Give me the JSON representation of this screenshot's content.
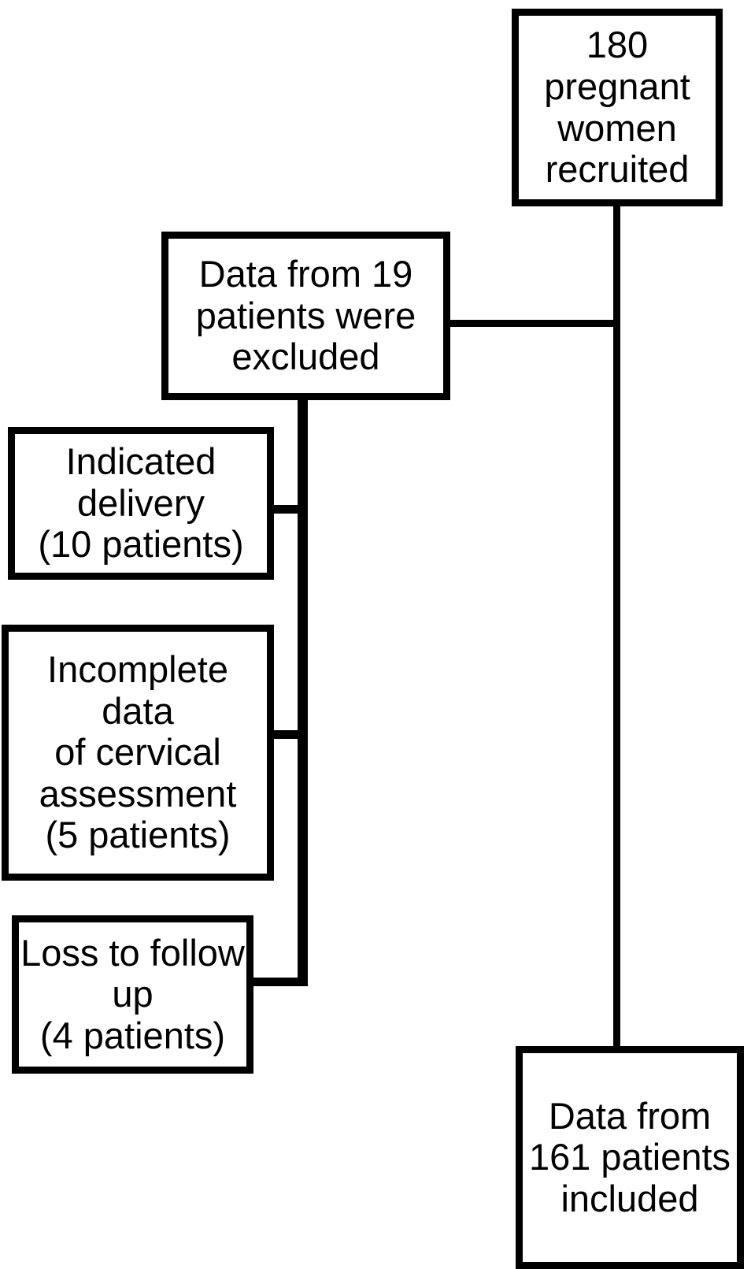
{
  "diagram": {
    "type": "study-flow-diagram",
    "orientation": "top-to-bottom",
    "line_color": "#000000",
    "box_border_color": "#000000",
    "background_color": "#ffffff",
    "text_color": "#000000"
  },
  "nodes": {
    "recruited": {
      "id": "recruited",
      "text": "180\npregnant\nwomen\nrecruited",
      "count": 180
    },
    "excluded": {
      "id": "excluded",
      "text": "Data from 19\npatients were\nexcluded",
      "count": 19
    },
    "included": {
      "id": "included",
      "text": "Data from\n161 patients\nincluded",
      "count": 161
    }
  },
  "exclusion_reasons": [
    {
      "id": "indicated-delivery",
      "text": "Indicated\ndelivery\n(10 patients)",
      "reason": "Indicated delivery",
      "count": 10,
      "count_label": "(10 patients)"
    },
    {
      "id": "incomplete-cervical-assessment",
      "text": "Incomplete data\nof cervical\nassessment\n(5 patients)",
      "reason": "Incomplete data of cervical assessment",
      "count": 5,
      "count_label": "(5 patients)"
    },
    {
      "id": "loss-to-follow-up",
      "text": "Loss to follow\nup\n(4 patients)",
      "reason": "Loss to follow up",
      "count": 4,
      "count_label": "(4 patients)"
    }
  ]
}
